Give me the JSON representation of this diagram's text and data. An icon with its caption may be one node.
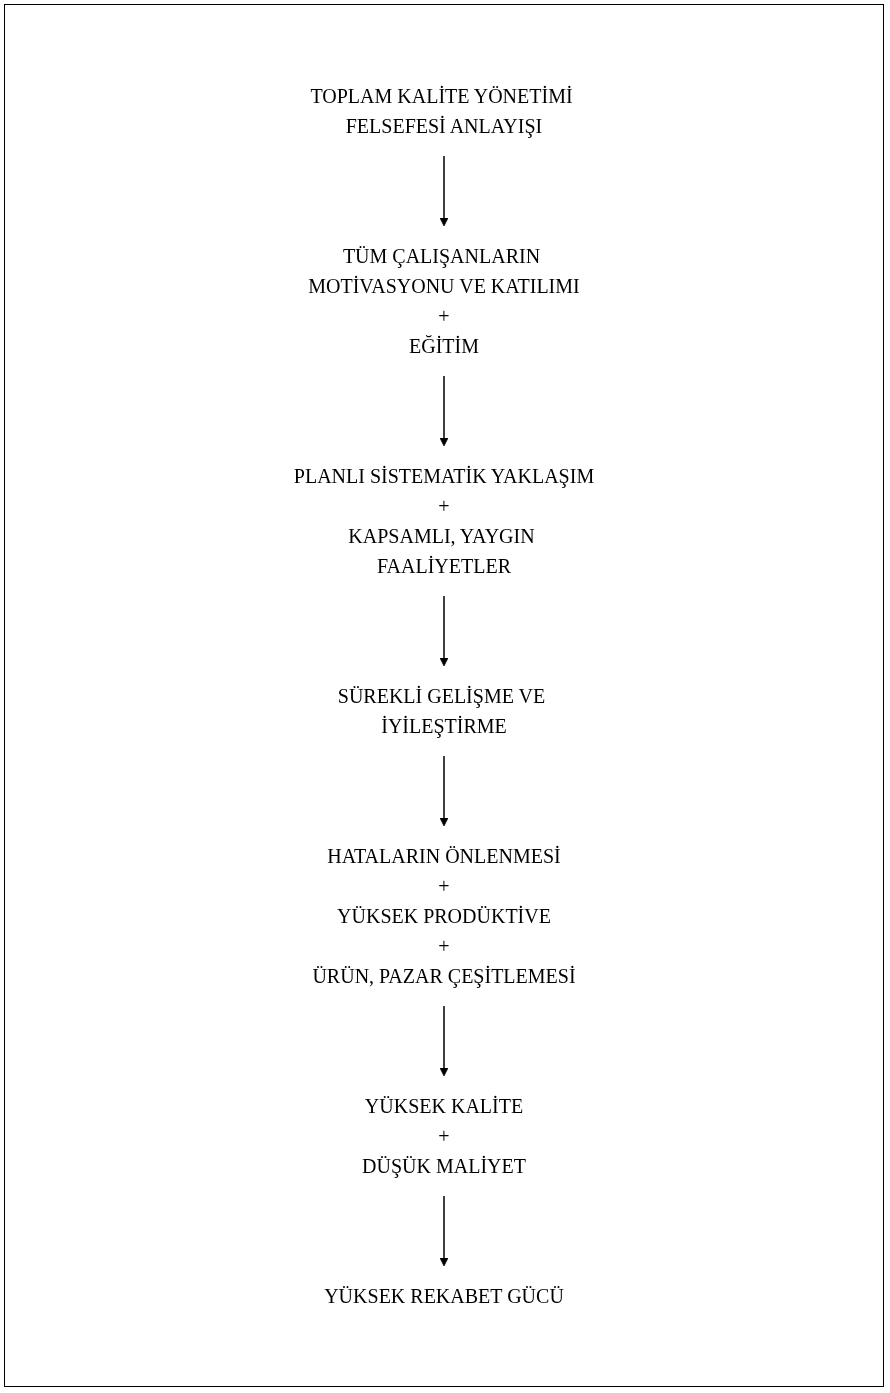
{
  "diagram": {
    "nodes": [
      {
        "text": [
          "TOPLAM KALİTE YÖNETİMİ FELSEFESİ ANLAYIŞI"
        ]
      },
      {
        "text": [
          "TÜM ÇALIŞANLARIN MOTİVASYONU VE KATILIMI",
          "+",
          "EĞİTİM"
        ]
      },
      {
        "text": [
          "PLANLI SİSTEMATİK YAKLAŞIM",
          "+",
          "KAPSAMLI, YAYGIN FAALİYETLER"
        ]
      },
      {
        "text": [
          "SÜREKLİ GELİŞME VE İYİLEŞTİRME"
        ]
      },
      {
        "text": [
          "HATALARIN ÖNLENMESİ",
          "+",
          "YÜKSEK PRODÜKTİVE",
          "+",
          "ÜRÜN, PAZAR ÇEŞİTLEMESİ"
        ]
      },
      {
        "text": [
          "YÜKSEK KALİTE",
          "+",
          "DÜŞÜK MALİYET"
        ]
      },
      {
        "text": [
          "YÜKSEK REKABET GÜCÜ"
        ]
      }
    ],
    "edges": [
      {
        "from": 0,
        "to": 1,
        "arrow": "to"
      },
      {
        "from": 1,
        "to": 2,
        "arrow": "to"
      },
      {
        "from": 2,
        "to": 3,
        "arrow": "to"
      },
      {
        "from": 3,
        "to": 4,
        "arrow": "to"
      },
      {
        "from": 4,
        "to": 5,
        "arrow": "to"
      },
      {
        "from": 5,
        "to": 6,
        "arrow": "to"
      }
    ]
  }
}
